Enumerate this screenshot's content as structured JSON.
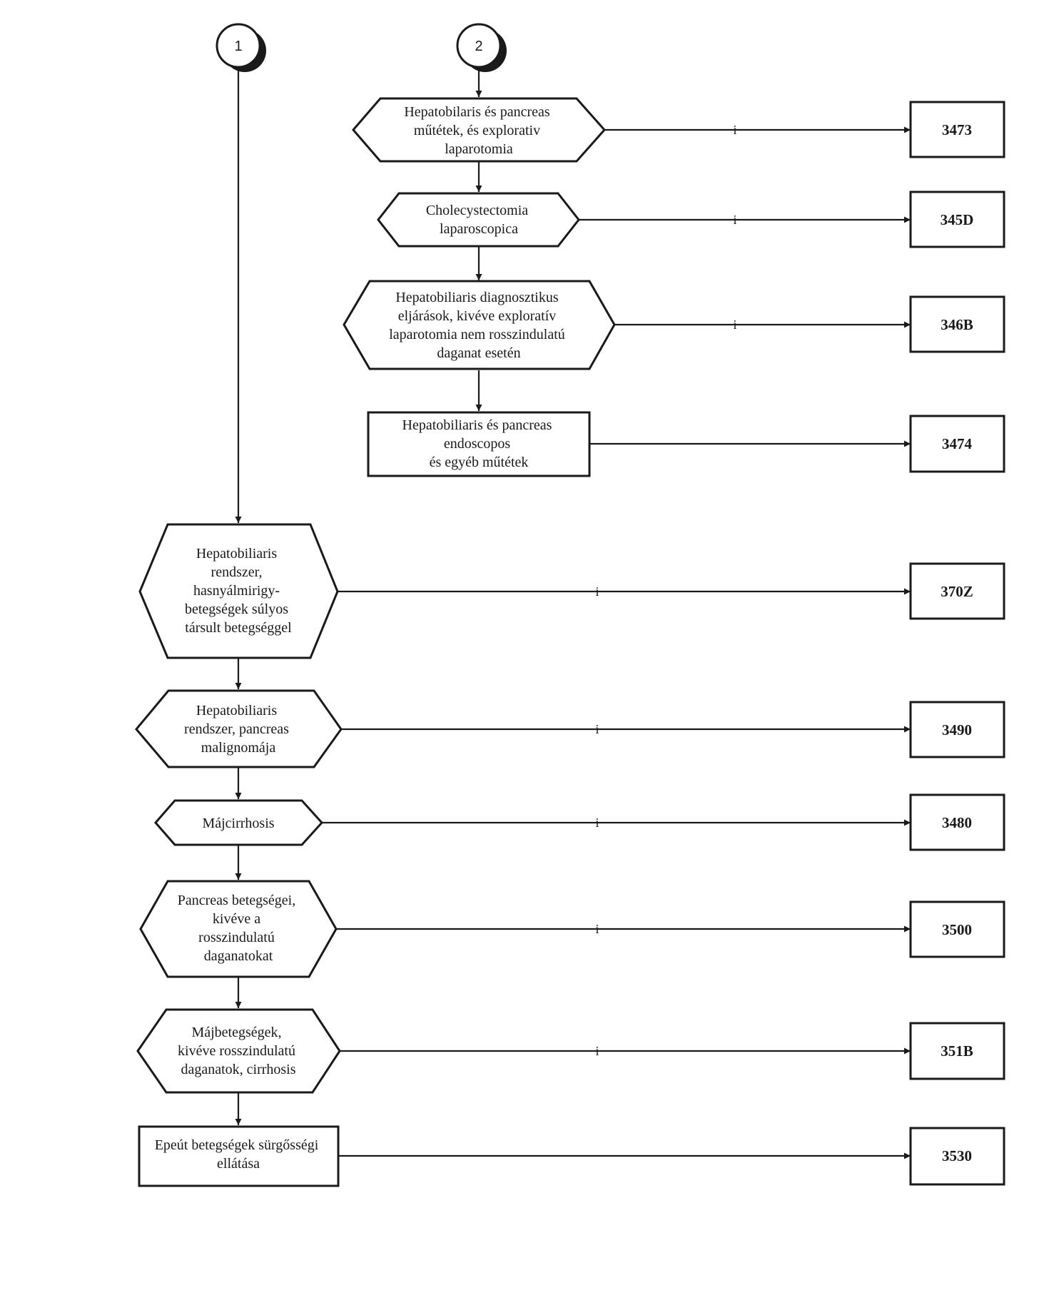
{
  "connectors": [
    {
      "id": "c1",
      "label": "1"
    },
    {
      "id": "c2",
      "label": "2"
    }
  ],
  "nodes": [
    {
      "id": "n1",
      "shape": "hexagon",
      "lines": [
        "Hepatobilaris és  pancreas",
        "műtétek, és explorativ",
        "laparotomia"
      ]
    },
    {
      "id": "n2",
      "shape": "hexagon",
      "lines": [
        "Cholecystectomia",
        "laparoscopica"
      ]
    },
    {
      "id": "n3",
      "shape": "hexagon",
      "lines": [
        "Hepatobiliaris diagnosztikus",
        "eljárások, kivéve exploratív",
        "laparotomia  nem rosszindulatú",
        "daganat esetén"
      ]
    },
    {
      "id": "n4",
      "shape": "rect",
      "lines": [
        "Hepatobiliaris és pancreas",
        "endoscopos",
        "és egyéb műtétek"
      ]
    },
    {
      "id": "n5",
      "shape": "hexagon",
      "lines": [
        "Hepatobiliaris",
        "rendszer,",
        "hasnyálmirigy-",
        "betegségek súlyos",
        "társult betegséggel"
      ]
    },
    {
      "id": "n6",
      "shape": "hexagon",
      "lines": [
        "Hepatobiliaris",
        "rendszer, pancreas",
        "malignomája"
      ]
    },
    {
      "id": "n7",
      "shape": "hexagon",
      "lines": [
        "Májcirrhosis"
      ]
    },
    {
      "id": "n8",
      "shape": "hexagon",
      "lines": [
        "Pancreas betegségei,",
        "kivéve a",
        "rosszindulatú",
        "daganatokat"
      ]
    },
    {
      "id": "n9",
      "shape": "hexagon",
      "lines": [
        "Májbetegségek,",
        "kivéve rosszindulatú",
        "daganatok, cirrhosis"
      ]
    },
    {
      "id": "n10",
      "shape": "rect",
      "lines": [
        "Epeút betegségek sürgősségi",
        "ellátása"
      ]
    }
  ],
  "codes": [
    {
      "id": "r1",
      "label": "3473"
    },
    {
      "id": "r2",
      "label": "345D"
    },
    {
      "id": "r3",
      "label": "346B"
    },
    {
      "id": "r4",
      "label": "3474"
    },
    {
      "id": "r5",
      "label": "370Z"
    },
    {
      "id": "r6",
      "label": "3490"
    },
    {
      "id": "r7",
      "label": "3480"
    },
    {
      "id": "r8",
      "label": "3500"
    },
    {
      "id": "r9",
      "label": "351B"
    },
    {
      "id": "r10",
      "label": "3530"
    }
  ],
  "edges": [
    {
      "from": "n1",
      "to": "r1",
      "label": "i"
    },
    {
      "from": "n2",
      "to": "r2",
      "label": "i"
    },
    {
      "from": "n3",
      "to": "r3",
      "label": "i"
    },
    {
      "from": "n4",
      "to": "r4",
      "label": ""
    },
    {
      "from": "n5",
      "to": "r5",
      "label": "i"
    },
    {
      "from": "n6",
      "to": "r6",
      "label": "i"
    },
    {
      "from": "n7",
      "to": "r7",
      "label": "i"
    },
    {
      "from": "n8",
      "to": "r8",
      "label": "i"
    },
    {
      "from": "n9",
      "to": "r9",
      "label": "i"
    },
    {
      "from": "n10",
      "to": "r10",
      "label": ""
    },
    {
      "from": "c1",
      "to": "n5",
      "label": ""
    },
    {
      "from": "n5",
      "to": "n6",
      "label": ""
    },
    {
      "from": "n6",
      "to": "n7",
      "label": ""
    },
    {
      "from": "n7",
      "to": "n8",
      "label": ""
    },
    {
      "from": "n8",
      "to": "n9",
      "label": ""
    },
    {
      "from": "n9",
      "to": "n10",
      "label": ""
    },
    {
      "from": "c2",
      "to": "n1",
      "label": ""
    },
    {
      "from": "n1",
      "to": "n2",
      "label": ""
    },
    {
      "from": "n2",
      "to": "n3",
      "label": ""
    },
    {
      "from": "n3",
      "to": "n4",
      "label": ""
    }
  ]
}
